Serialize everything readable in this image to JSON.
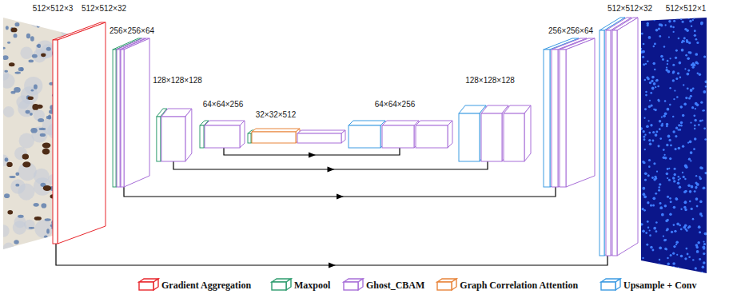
{
  "diagram": {
    "nodes": [
      {
        "text": [
          "512×512×3"
        ]
      },
      {
        "text": [
          "512×512×32"
        ]
      },
      {
        "text": [
          "256×256×64"
        ]
      },
      {
        "text": [
          "128×128×128"
        ]
      },
      {
        "text": [
          "64×64×256"
        ]
      },
      {
        "text": [
          "32×32×512"
        ]
      },
      {
        "text": [
          "64×64×256"
        ]
      },
      {
        "text": [
          "128×128×128"
        ]
      },
      {
        "text": [
          "256×256×64"
        ]
      },
      {
        "text": [
          "512×512×32"
        ]
      },
      {
        "text": [
          "512×512×1"
        ]
      }
    ],
    "edges": [
      {
        "from": 1,
        "to": 9,
        "arrow": "to"
      },
      {
        "from": 2,
        "to": 8,
        "arrow": "to"
      },
      {
        "from": 3,
        "to": 7,
        "arrow": "to"
      },
      {
        "from": 4,
        "to": 6,
        "arrow": "to"
      }
    ],
    "legend": [
      {
        "text": "Gradient Aggregation",
        "color": "#e8262c"
      },
      {
        "text": "Maxpool",
        "color": "#2e9c6e"
      },
      {
        "text": "Ghost_CBAM",
        "color": "#a86fd8"
      },
      {
        "text": "Graph Correlation Attention",
        "color": "#e8843a"
      },
      {
        "text": "Upsample + Conv",
        "color": "#3c9be2"
      }
    ]
  }
}
